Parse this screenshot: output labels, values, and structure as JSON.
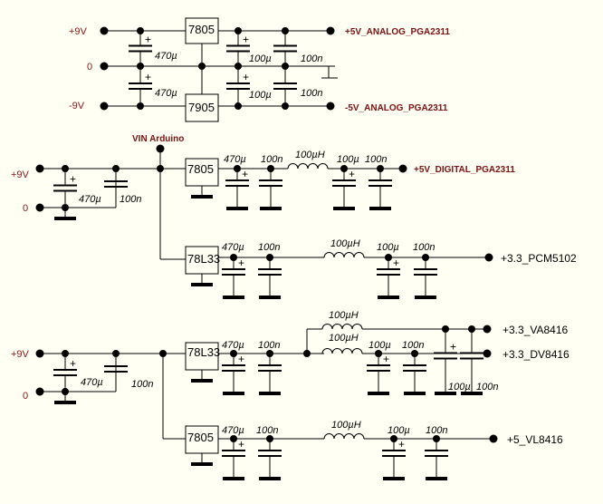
{
  "colors": {
    "background": "#fffff4",
    "net_label": "#7a1010",
    "wire": "#000000"
  },
  "section1": {
    "inputs": [
      "+9V",
      "0",
      "-9V"
    ],
    "regulators": [
      "7805",
      "7905"
    ],
    "caps": {
      "in_top": "470µ",
      "in_bot": "470µ",
      "out_top_elec": "100µ",
      "out_top_cer": "100n",
      "out_bot_elec": "100µ",
      "out_bot_cer": "100n"
    },
    "outputs": [
      "+5V_ANALOG_PGA2311",
      "-5V_ANALOG_PGA2311"
    ]
  },
  "section2": {
    "inputs": [
      "+9V",
      "0"
    ],
    "vin_label": "VIN Arduino",
    "in_caps": [
      "470µ",
      "100n"
    ],
    "rail_a": {
      "regulator": "7805",
      "caps_pre": [
        "470µ",
        "100n"
      ],
      "inductor": "100µH",
      "caps_post": [
        "100µ",
        "100n"
      ],
      "output": "+5V_DIGITAL_PGA2311"
    },
    "rail_b": {
      "regulator": "78L33",
      "caps_pre": [
        "470µ",
        "100n"
      ],
      "inductor": "100µH",
      "caps_post": [
        "100µ",
        "100n"
      ],
      "output": "+3.3_PCM5102"
    }
  },
  "section3": {
    "inputs": [
      "+9V",
      "0"
    ],
    "in_caps": [
      "470µ",
      "100n"
    ],
    "rail_a": {
      "regulator": "78L33",
      "caps_pre": [
        "470µ",
        "100n"
      ],
      "inductor_va": "100µH",
      "inductor_dv": "100µH",
      "caps_dv": [
        "100µ",
        "100n"
      ],
      "caps_va": [
        "100µ",
        "100n"
      ],
      "output_va": "+3.3_VA8416",
      "output_dv": "+3.3_DV8416"
    },
    "rail_b": {
      "regulator": "7805",
      "caps_pre": [
        "470µ",
        "100n"
      ],
      "inductor": "100µH",
      "caps_post": [
        "100µ",
        "100n"
      ],
      "output": "+5_VL8416"
    }
  }
}
